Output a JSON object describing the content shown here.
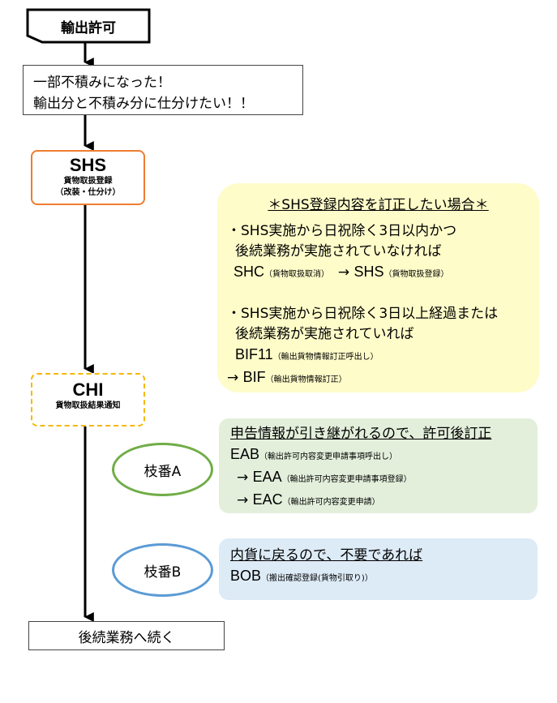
{
  "export_permit": {
    "label": "輸出許可"
  },
  "situation": {
    "line1": "一部不積みになった！",
    "line2": "輸出分と不積み分に仕分けたい！！"
  },
  "shs": {
    "code": "SHS",
    "name": "貨物取扱登録",
    "note": "（改装・仕分け）"
  },
  "correction": {
    "title": "＊SHS登録内容を訂正したい場合＊",
    "case1": {
      "cond1": "・SHS実施から日祝除く3日以内かつ",
      "cond2": "後続業務が実施されていなければ",
      "step_a_code": "SHC",
      "step_a_name": "（貨物取扱取消）",
      "arrow": "→",
      "step_b_code": "SHS",
      "step_b_name": "（貨物取扱登録）"
    },
    "case2": {
      "cond1": "・SHS実施から日祝除く3日以上経過または",
      "cond2": "後続業務が実施されていれば",
      "step_a_code": "BIF11",
      "step_a_name": "（輸出貨物情報訂正呼出し）",
      "arrow": "→",
      "step_b_code": "BIF",
      "step_b_name": "（輸出貨物情報訂正）"
    }
  },
  "chi": {
    "code": "CHI",
    "name": "貨物取扱結果通知"
  },
  "branch_a": {
    "label": "枝番A",
    "title": "申告情報が引き継がれるので、許可後訂正",
    "step1_code": "EAB",
    "step1_name": "（輸出許可内容変更申請事項呼出し）",
    "arrow": "→",
    "step2_code": "EAA",
    "step2_name": "（輸出許可内容変更申請事項登録）",
    "step3_code": "EAC",
    "step3_name": "（輸出許可内容変更申請）"
  },
  "branch_b": {
    "label": "枝番B",
    "title": "内貨に戻るので、不要であれば",
    "step_code": "BOB",
    "step_name": "（搬出確認登録(貨物引取り)）"
  },
  "continue": {
    "label": "後続業務へ続く"
  },
  "colors": {
    "shs_border": "#ED7D31",
    "chi_border": "#F5B800",
    "yellow_panel": "#FEFCC9",
    "branch_a": "#70AD47",
    "green_panel": "#E3EFDB",
    "branch_b": "#5B9BD5",
    "blue_panel": "#DDEBF7"
  }
}
